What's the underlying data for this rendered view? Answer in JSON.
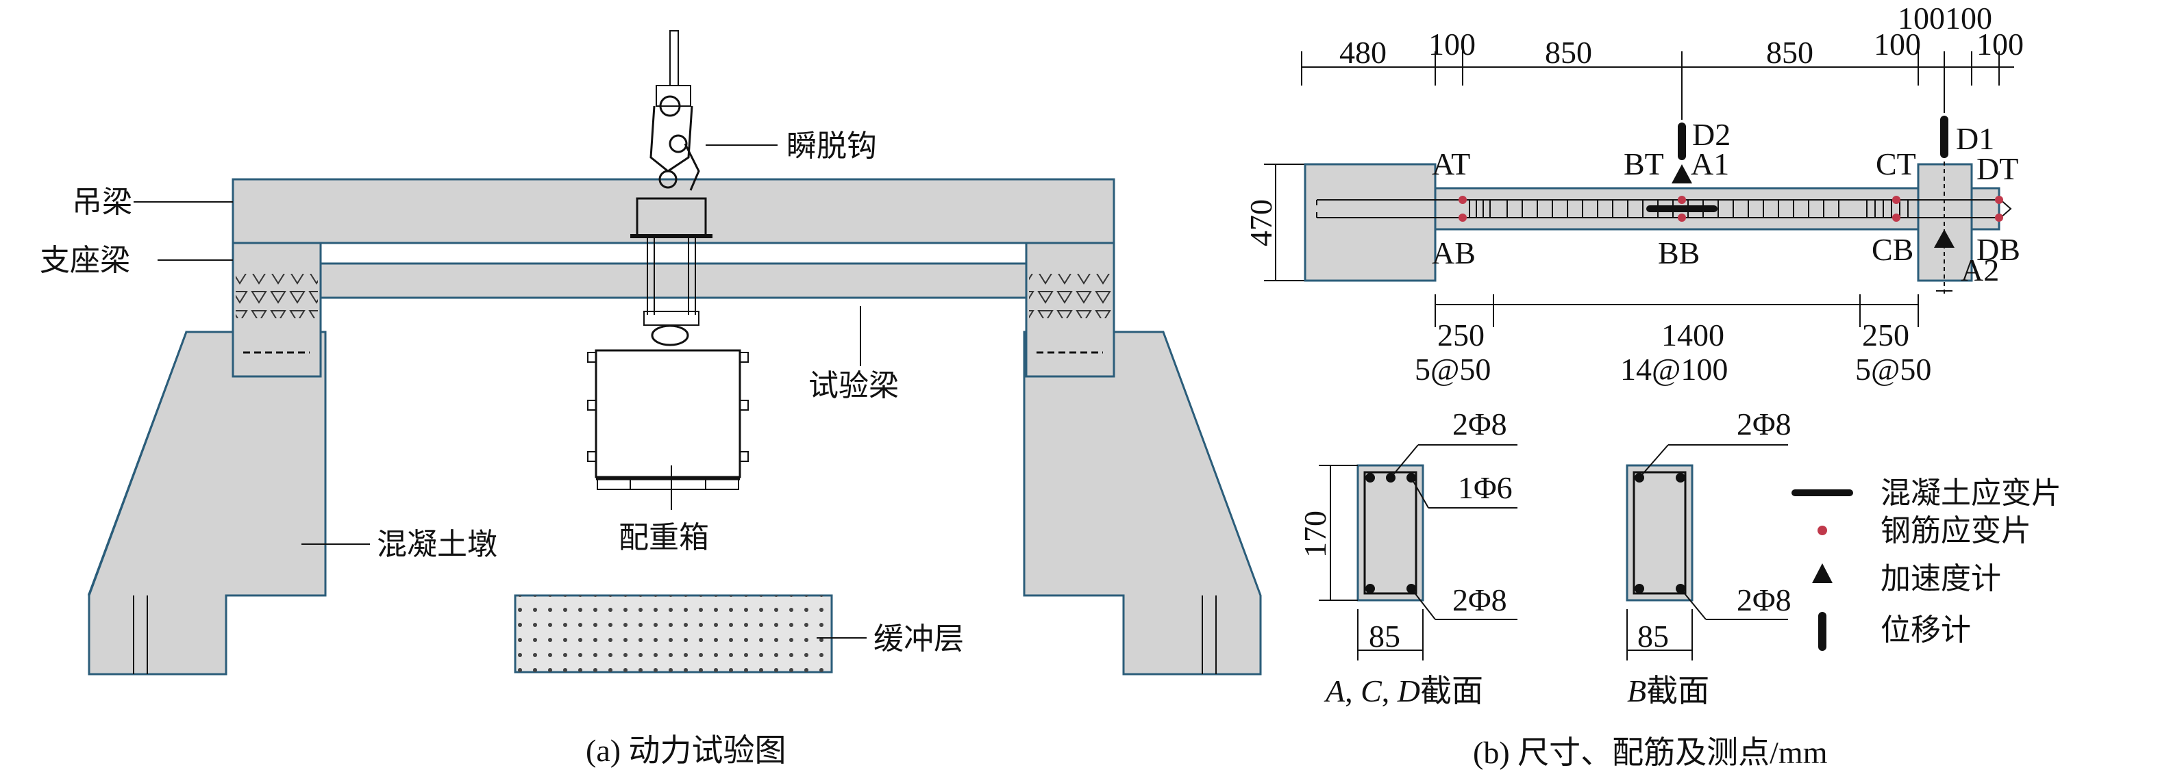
{
  "left_panel": {
    "labels": {
      "hoist_beam": "吊梁",
      "support_beam": "支座梁",
      "release_hook": "瞬脱钩",
      "test_beam": "试验梁",
      "counterweight": "配重箱",
      "pier": "混凝土墩",
      "buffer": "缓冲层"
    },
    "caption": "(a) 动力试验图"
  },
  "right_panel": {
    "top_dims": [
      "480",
      "100",
      "850",
      "850",
      "100",
      "100100",
      "100"
    ],
    "height_dim": "470",
    "points": {
      "AT": "AT",
      "AB": "AB",
      "BT": "BT",
      "BB": "BB",
      "CT": "CT",
      "CB": "CB",
      "DT": "DT",
      "DB": "DB",
      "A1": "A1",
      "A2": "A2",
      "D1": "D1",
      "D2": "D2"
    },
    "bottom_dims": [
      "250",
      "1400",
      "250"
    ],
    "stirrups": [
      "5@50",
      "14@100",
      "5@50"
    ],
    "section_a": {
      "top_rebar": "2Φ8",
      "mid_rebar": "1Φ6",
      "bot_rebar": "2Φ8",
      "height": "170",
      "width": "85",
      "title_italic": "A",
      "title_sep1": ", ",
      "title_italic2": "C",
      "title_sep2": ", ",
      "title_italic3": "D",
      "title_tail": "截面"
    },
    "section_b": {
      "top_rebar": "2Φ8",
      "bot_rebar": "2Φ8",
      "width": "85",
      "title_italic": "B",
      "title_tail": "截面"
    },
    "legend": [
      {
        "icon": "concrete-strain-gauge-icon",
        "label": "混凝土应变片"
      },
      {
        "icon": "rebar-strain-gauge-icon",
        "label": "钢筋应变片"
      },
      {
        "icon": "accelerometer-icon",
        "label": "加速度计"
      },
      {
        "icon": "displacement-meter-icon",
        "label": "位移计"
      }
    ],
    "caption": "(b) 尺寸、配筋及测点/mm"
  },
  "colors": {
    "body_fill": "#d3d3d3",
    "outline": "#2b5d7a",
    "rebar_gauge": "#c0394b",
    "ink": "#111111"
  }
}
